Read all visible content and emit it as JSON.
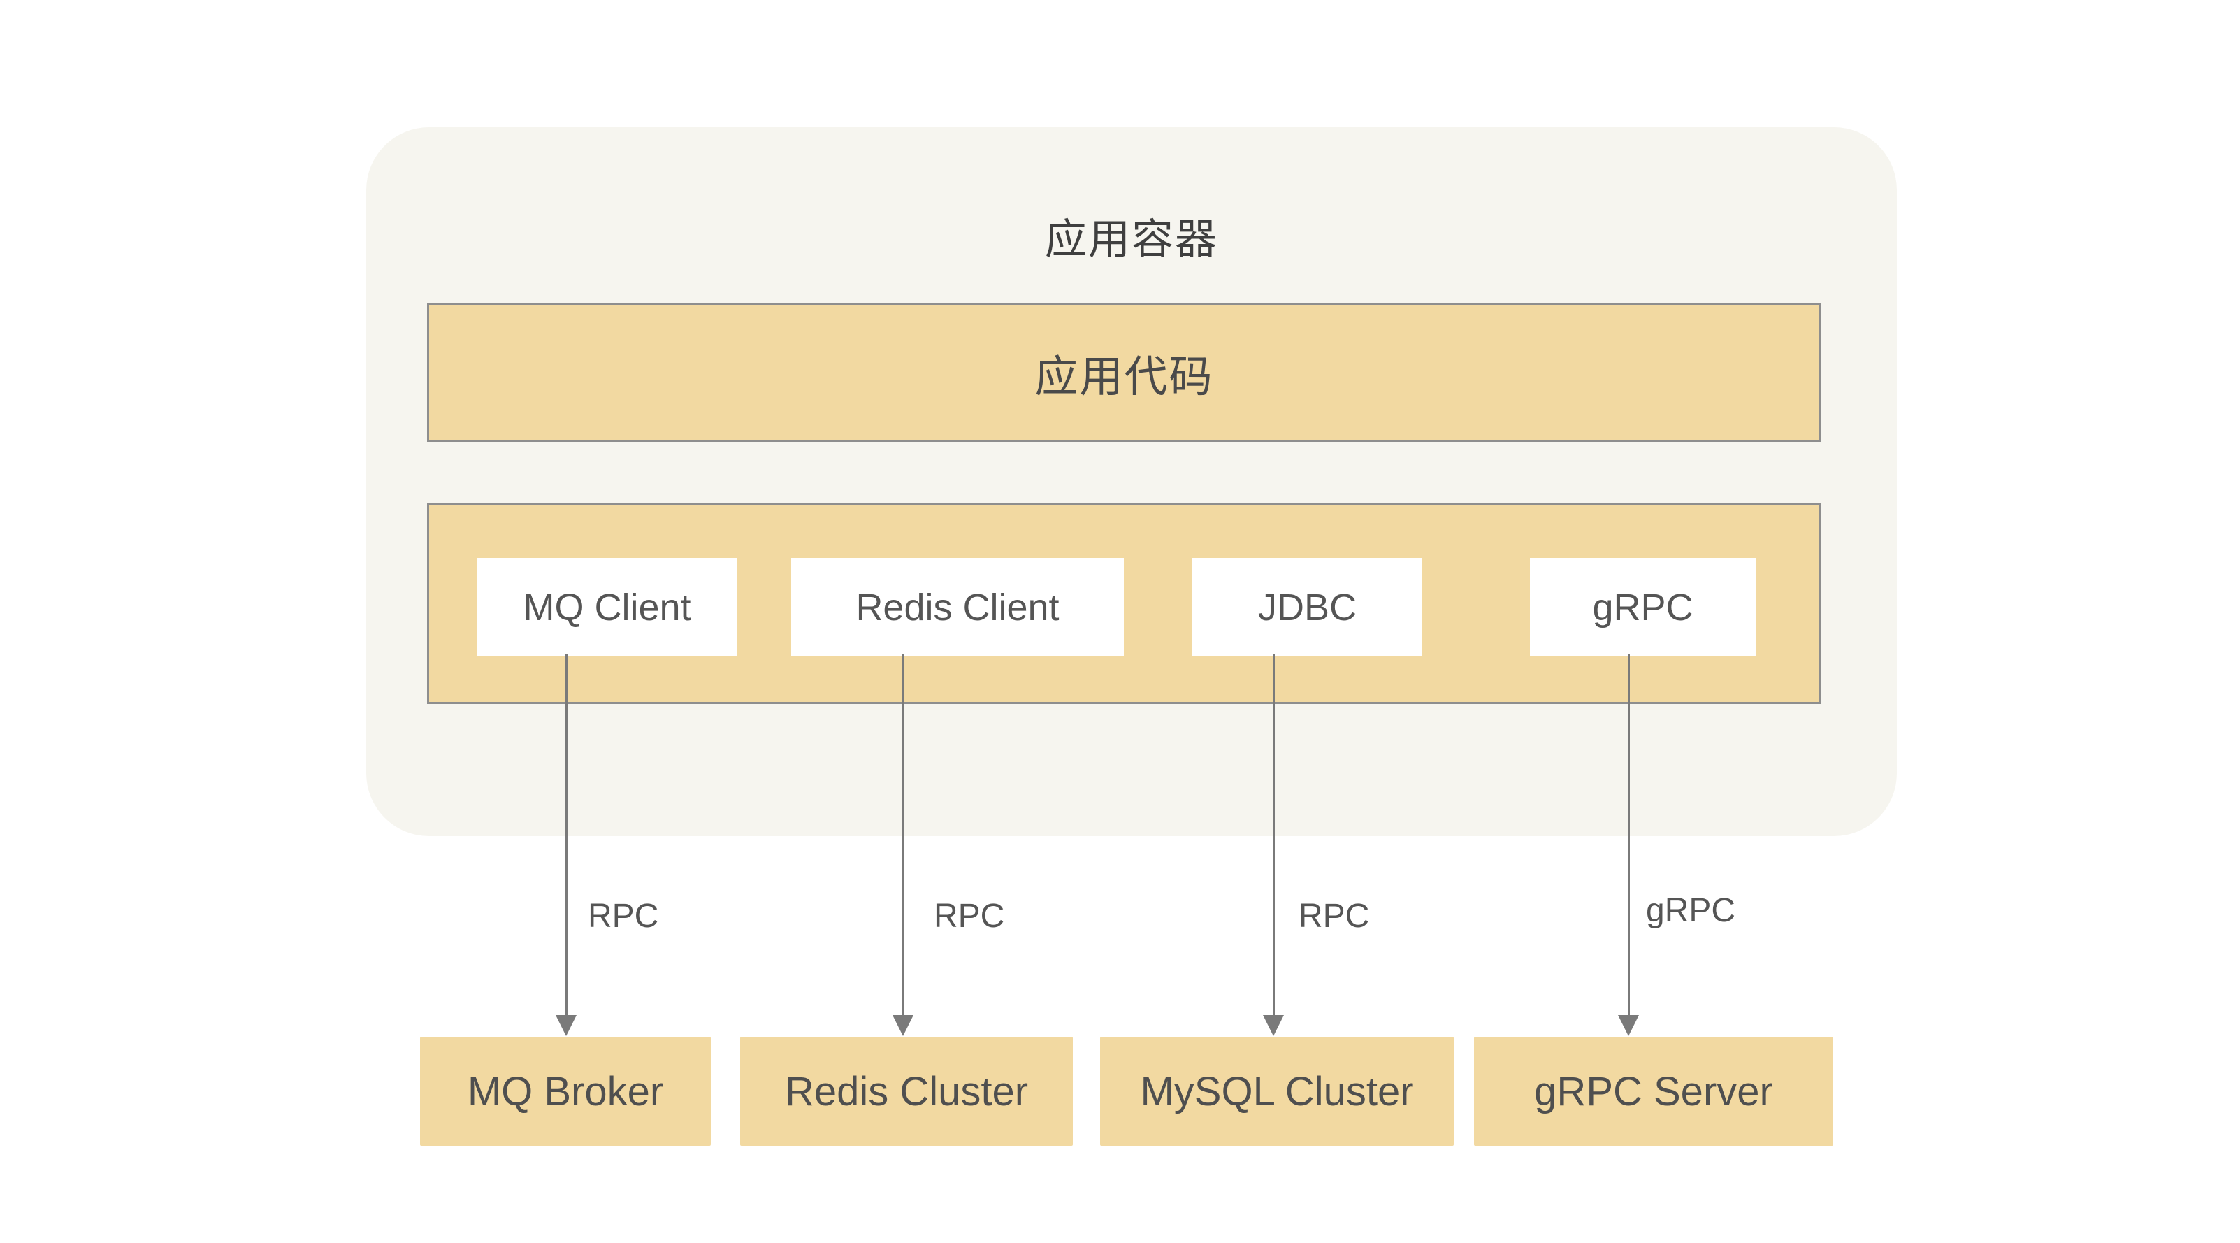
{
  "diagram": {
    "container": {
      "title": "应用容器",
      "app_code_label": "应用代码"
    },
    "clients": [
      {
        "label": "MQ Client"
      },
      {
        "label": "Redis Client"
      },
      {
        "label": "JDBC"
      },
      {
        "label": "gRPC"
      }
    ],
    "connections": [
      {
        "protocol": "RPC"
      },
      {
        "protocol": "RPC"
      },
      {
        "protocol": "RPC"
      },
      {
        "protocol": "gRPC"
      }
    ],
    "services": [
      {
        "label": "MQ Broker"
      },
      {
        "label": "Redis Cluster"
      },
      {
        "label": "MySQL Cluster"
      },
      {
        "label": "gRPC Server"
      }
    ],
    "colors": {
      "container_bg": "#f6f5ef",
      "box_fill": "#f2d9a1",
      "box_border": "#8e8e8e",
      "arrow": "#7a7a7a",
      "text": "#4a4a4a"
    }
  }
}
